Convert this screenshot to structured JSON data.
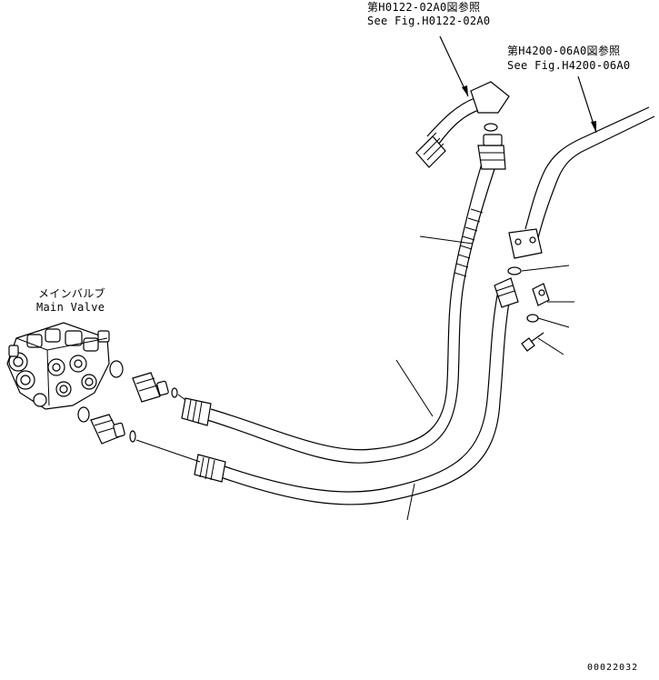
{
  "callouts": {
    "top_ref": {
      "jp": "第H0122-02A0図参照",
      "en": "See Fig.H0122-02A0"
    },
    "right_ref": {
      "jp": "第H4200-06A0図参照",
      "en": "See Fig.H4200-06A0"
    },
    "main_valve": {
      "jp": "メインバルブ",
      "en": "Main Valve"
    }
  },
  "drawing_number": "00022032"
}
